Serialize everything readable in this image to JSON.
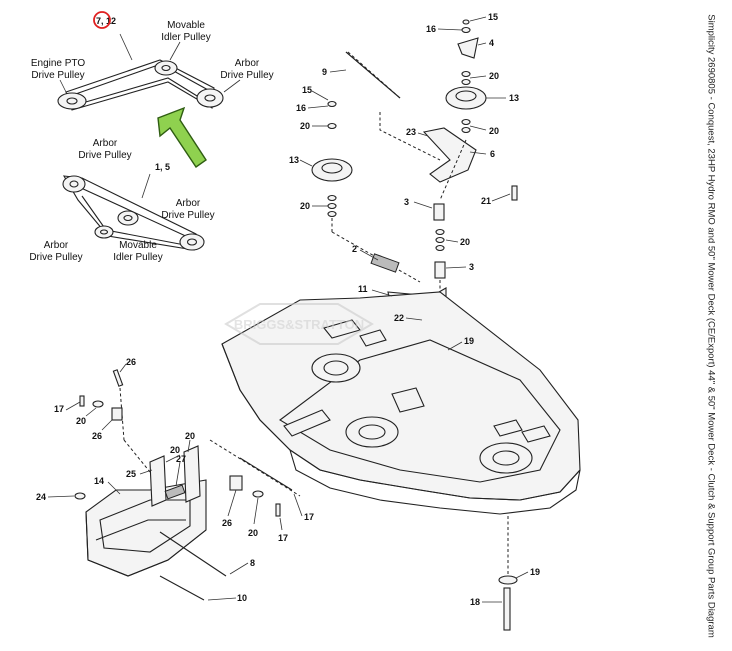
{
  "belt_labels": {
    "set_a_number": "7, 12",
    "engine_pto_line1": "Engine PTO",
    "engine_pto_line2": "Drive Pulley",
    "movable_line1": "Movable",
    "movable_line2": "Idler Pulley",
    "arbor_line1": "Arbor",
    "arbor_line2": "Drive Pulley",
    "set_b_number": "1, 5",
    "b_arbor_top_line1": "Arbor",
    "b_arbor_top_line2": "Drive Pulley",
    "b_arbor_right_line1": "Arbor",
    "b_arbor_right_line2": "Drive Pulley",
    "b_arbor_left_line1": "Arbor",
    "b_arbor_left_line2": "Drive Pulley",
    "b_movable_line1": "Movable",
    "b_movable_line2": "Idler Pulley"
  },
  "parts": {
    "p1": "15",
    "p2": "16",
    "p3": "4",
    "p4": "20",
    "p5": "13",
    "p6": "20",
    "p7": "6",
    "p8": "23",
    "p9": "9",
    "p10": "15",
    "p11": "16",
    "p12": "20",
    "p13": "13",
    "p14": "20",
    "p15": "3",
    "p16": "21",
    "p17": "20",
    "p18": "3",
    "p19": "2",
    "p20": "11",
    "p21": "22",
    "p22": "19",
    "p23": "26",
    "p24": "17",
    "p25": "20",
    "p26": "26",
    "p27": "20",
    "p28": "25",
    "p29": "27",
    "p30": "20",
    "p31": "14",
    "p32": "24",
    "p33": "26",
    "p34": "20",
    "p35": "17",
    "p36": "17",
    "p37": "8",
    "p38": "10",
    "p39": "19",
    "p40": "18"
  },
  "watermark": "BRIGGS&STRATTON",
  "side_caption": "Simplicity 2690805 - Conquest, 23HP Hydro RMO and 50\" Mower Deck (CE/Export) 44\" & 50\" Mower Deck - Clutch & Support Group Parts Diagram",
  "colors": {
    "arrow": "#8fd14f",
    "highlight_circle": "#e02020"
  }
}
